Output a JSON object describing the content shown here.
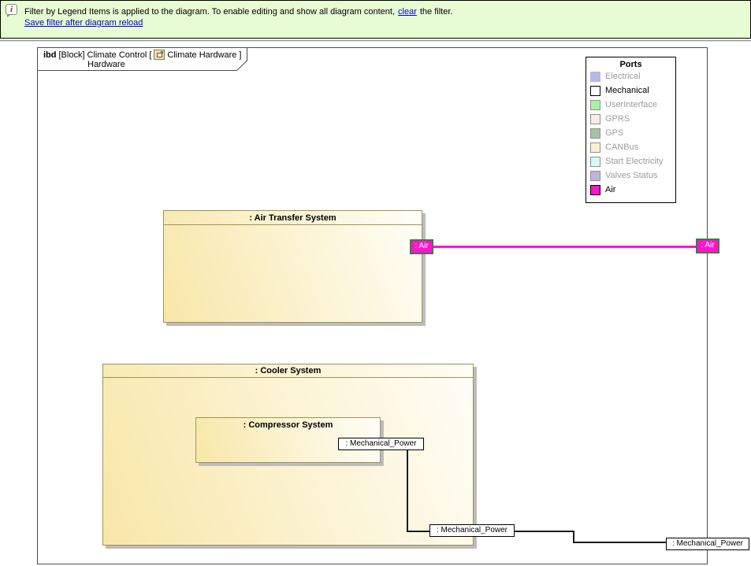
{
  "banner": {
    "text_before_link": "Filter by Legend Items is applied to the diagram. To enable editing and show all diagram content,",
    "clear_link_label": "clear",
    "text_after_link": "the filter.",
    "save_link_label": "Save filter after diagram reload"
  },
  "frame_tab": {
    "keyword": "ibd",
    "element_kind": "[Block]",
    "element_name_line1": "Climate Control",
    "bracket_open": "[",
    "diagram_icon": "ibd-diagram-icon",
    "diagram_name": "Climate Hardware",
    "bracket_close": "]",
    "element_name_line2": "Hardware"
  },
  "legend": {
    "title": "Ports",
    "items": [
      {
        "label": "Electrical",
        "color": "#b6b6e8",
        "border": "#b6b6e8",
        "text_color": "#9c9c9c"
      },
      {
        "label": "Mechanical",
        "color": "#ffffff",
        "border": "#000000",
        "text_color": "#000000"
      },
      {
        "label": "UserInterface",
        "color": "#a9f1a9",
        "border": "#8f8f8f",
        "text_color": "#9c9c9c"
      },
      {
        "label": "GPRS",
        "color": "#fbeaea",
        "border": "#8f8f8f",
        "text_color": "#9c9c9c"
      },
      {
        "label": "GPS",
        "color": "#a7c3a7",
        "border": "#8f8f8f",
        "text_color": "#9c9c9c"
      },
      {
        "label": "CANBus",
        "color": "#fdf2cb",
        "border": "#8f8f8f",
        "text_color": "#9c9c9c"
      },
      {
        "label": "Start Electricity",
        "color": "#d2fbfb",
        "border": "#8f8f8f",
        "text_color": "#9c9c9c"
      },
      {
        "label": "Valves Status",
        "color": "#c3b3dd",
        "border": "#8f8f8f",
        "text_color": "#9c9c9c"
      },
      {
        "label": "Air",
        "color": "#ff14cd",
        "border": "#000000",
        "text_color": "#000000"
      }
    ]
  },
  "blocks": {
    "air_transfer": {
      "title": ": Air Transfer System"
    },
    "cooler": {
      "title": ": Cooler System"
    },
    "compressor": {
      "title": ": Compressor System"
    }
  },
  "ports": {
    "air_source": {
      "label": ": Air"
    },
    "air_frame": {
      "label": ": Air"
    },
    "mech_source": {
      "label": ": Mechanical_Power"
    },
    "mech_mid": {
      "label": ": Mechanical_Power"
    },
    "mech_frame": {
      "label": ": Mechanical_Power"
    }
  },
  "colors": {
    "banner_bg": "#e7fcd3",
    "link_blue": "#0000cc",
    "air_port_fill": "#ff14cd",
    "air_port_border": "#3d7a44",
    "air_connector": "#ff14cd",
    "mech_connector": "#1a1a1a"
  }
}
